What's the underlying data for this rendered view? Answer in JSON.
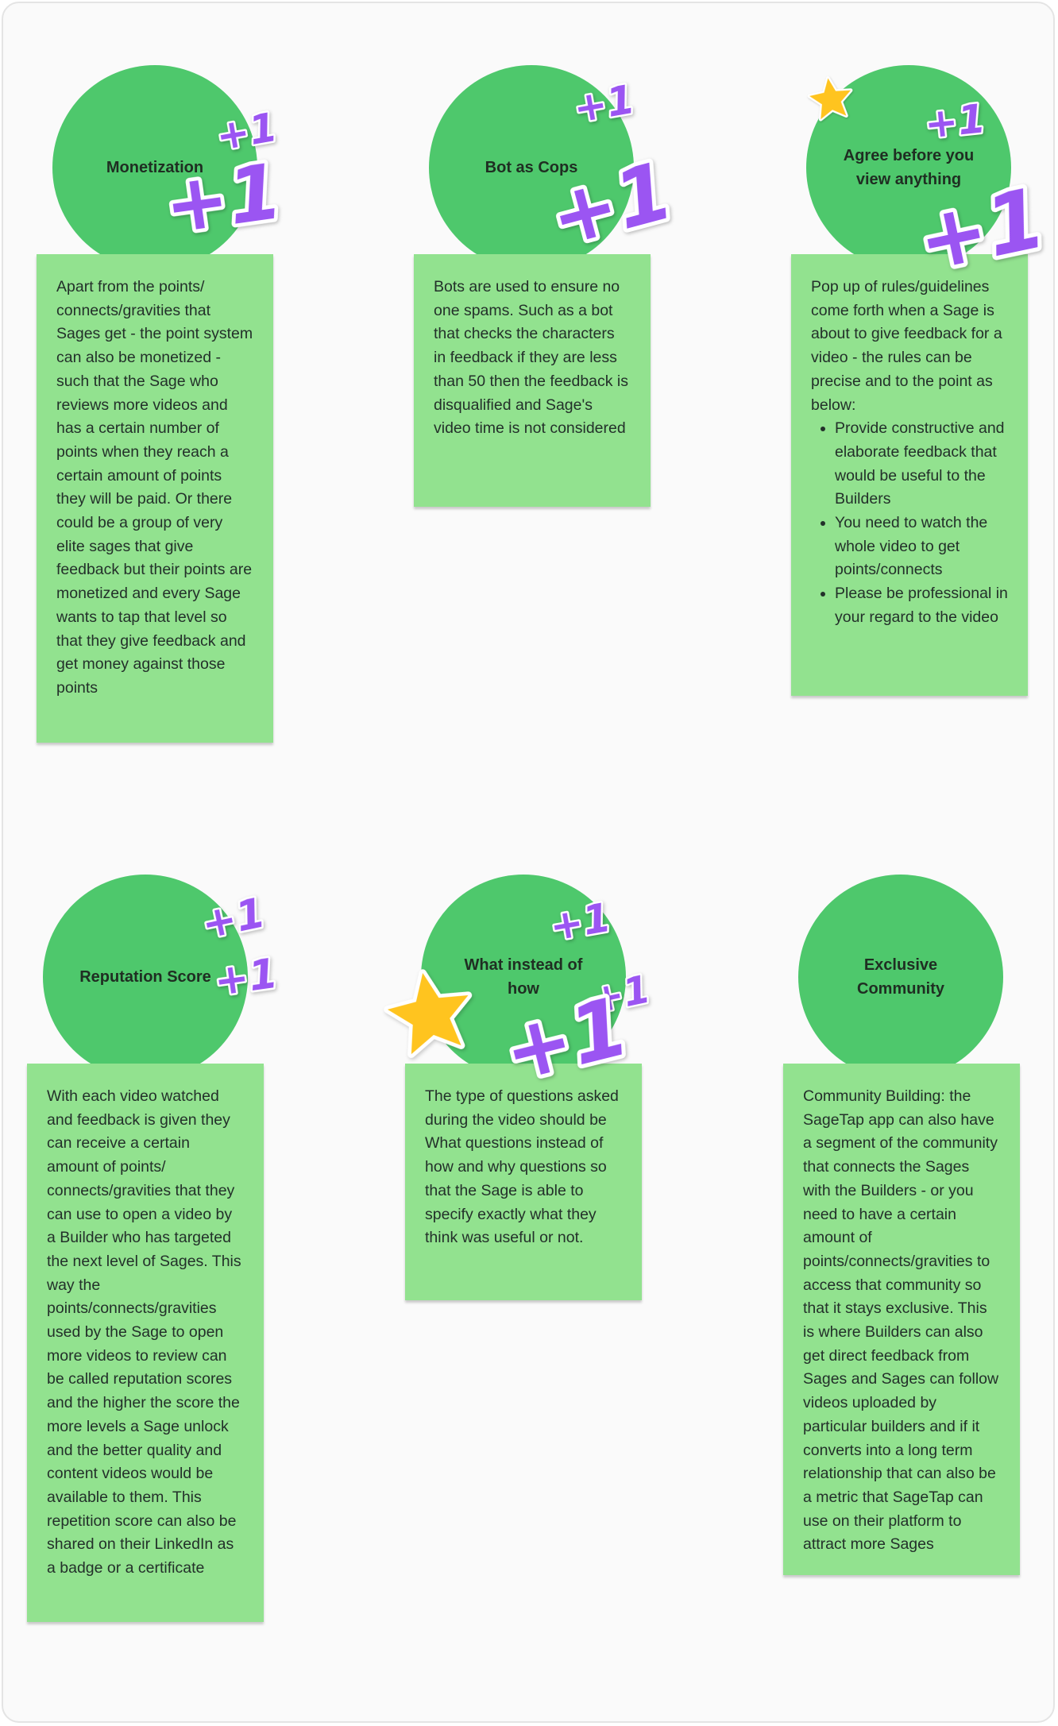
{
  "clusters": [
    {
      "title": "Monetization",
      "note": "Apart from the points/ connects/gravities that Sages get - the point system can also be monetized - such that the Sage who reviews more videos and has a certain number of points when they reach a certain amount of points they will be paid. Or there could be a group of very elite sages that give feedback but their points are monetized and every Sage wants to tap that level so that they give feedback and get money against those points"
    },
    {
      "title": "Bot as Cops",
      "note": "Bots are used to ensure no one spams. Such as a bot that checks the characters in feedback if they are less than 50 then the feedback is disqualified and Sage's video time is not considered"
    },
    {
      "title": "Agree before you view anything",
      "note_intro": "Pop up of rules/guidelines come forth when a Sage is about to give feedback for a video - the rules can be precise and to the point as below:",
      "bullets": [
        "Provide constructive and elaborate feedback that would be useful to the Builders",
        "You need to watch the whole video to get points/connects",
        "Please be professional in your regard to the video"
      ]
    },
    {
      "title": "Reputation Score",
      "note": "With each video watched and feedback is given they can receive a certain amount of points/ connects/gravities that they can use to open a video by a Builder who has targeted the next level of Sages. This way the points/connects/gravities used by the Sage to open more videos to review can be called reputation scores and the higher the score the more levels a Sage unlock and the better quality and content videos would be available to them. This repetition score can also be shared on their LinkedIn as a badge or a certificate"
    },
    {
      "title": "What instead of how",
      "note": "The type of questions asked during the video should be What questions instead of how and why questions so that the Sage is able to specify exactly what they think was useful or not."
    },
    {
      "title": "Exclusive Community",
      "note": "Community Building: the SageTap app can also have a segment of the community that connects the Sages with the Builders - or you need to have a certain amount of points/connects/gravities to access that community so that it stays exclusive. This is where Builders can also get direct feedback from Sages and Sages can follow videos uploaded by particular builders and if it converts into a long term relationship that can also be a metric that SageTap can use on their platform to attract more Sages"
    }
  ],
  "sticker_text": "+1",
  "colors": {
    "circle": "#4ec86c",
    "note": "#92e28f",
    "plus_one": "#9b55f2",
    "star": "#ffc41f"
  }
}
